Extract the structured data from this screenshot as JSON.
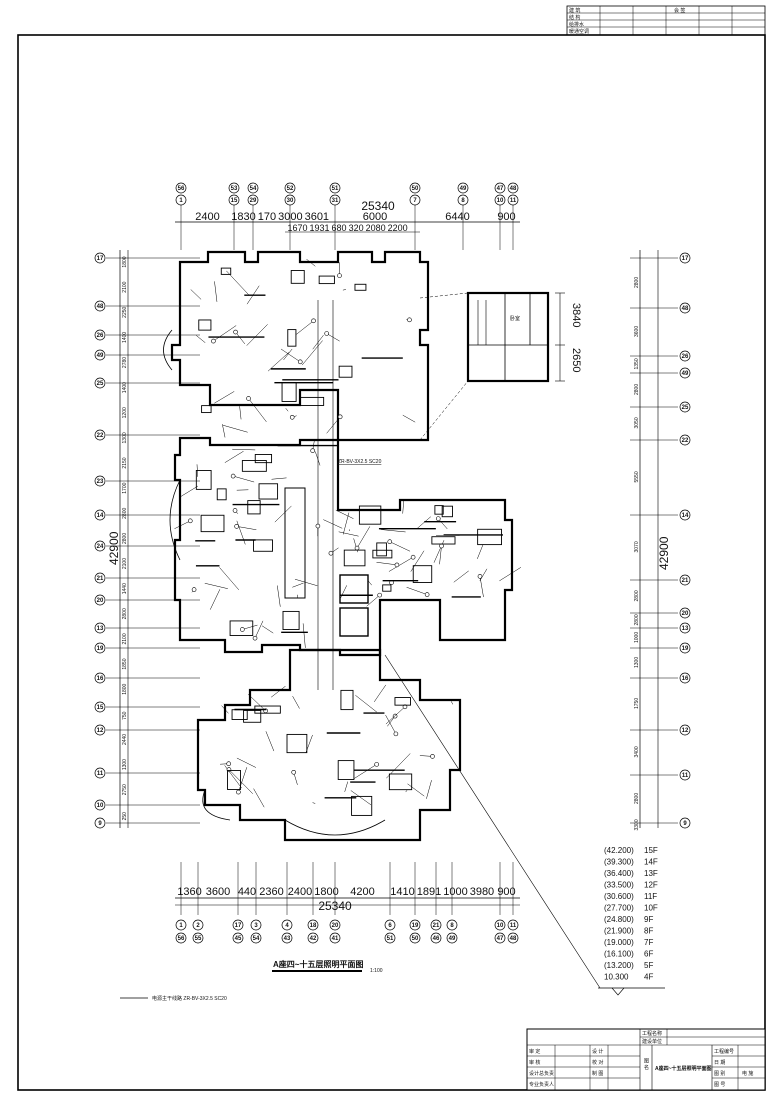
{
  "drawing": {
    "title": "A座四~十五层照明平面图",
    "scale": "1:100",
    "legend_text": "电源主干线路 ZR-BV-3X2.5 SC20",
    "wire_note": "ZR-BV-3X2.5 SC20",
    "inset_dims": [
      "3840",
      "2650"
    ],
    "room_label": "卧室"
  },
  "top_dims": {
    "total": "25340",
    "row1": [
      "2400",
      "1830",
      "170",
      "3000",
      "3601",
      "6000",
      "6440",
      "900"
    ],
    "row2": [
      "1670",
      "1931",
      "680",
      "320",
      "2080",
      "2200"
    ],
    "axes_upper": [
      "56",
      "53",
      "54",
      "52",
      "51",
      "50",
      "49",
      "47",
      "48"
    ],
    "axes_lower": [
      "1",
      "15",
      "29",
      "30",
      "31",
      "7",
      "8",
      "10",
      "11"
    ]
  },
  "bottom_dims": {
    "total": "25340",
    "row1": [
      "1360",
      "3600",
      "440",
      "2360",
      "2400",
      "1800",
      "4200",
      "1410",
      "1891",
      "1000",
      "3980",
      "900"
    ],
    "axes_upper": [
      "1",
      "2",
      "17",
      "3",
      "4",
      "18",
      "20",
      "6",
      "19",
      "21",
      "8",
      "10",
      "11"
    ],
    "axes_lower": [
      "56",
      "55",
      "45",
      "54",
      "43",
      "42",
      "41",
      "51",
      "50",
      "46",
      "49",
      "47",
      "48"
    ]
  },
  "left_dims": {
    "total": "42900",
    "values": [
      "1800",
      "2100",
      "2250",
      "1400",
      "2780",
      "1400",
      "1200",
      "1300",
      "2150",
      "1700",
      "2800",
      "2800",
      "2100",
      "1440",
      "2800",
      "2100",
      "1850",
      "1800",
      "750",
      "2440",
      "1300",
      "2750",
      "250"
    ],
    "axes": [
      "17",
      "48",
      "26",
      "49",
      "25",
      "22",
      "23",
      "14",
      "24",
      "21",
      "20",
      "13",
      "19",
      "16",
      "15",
      "12",
      "11",
      "10",
      "9"
    ]
  },
  "right_dims": {
    "total": "42900",
    "values": [
      "2800",
      "3600",
      "1350",
      "2800",
      "3050",
      "5550",
      "3070",
      "2800",
      "2800",
      "1000",
      "1300",
      "1750",
      "3400",
      "2800",
      "3300"
    ],
    "axes": [
      "17",
      "48",
      "26",
      "49",
      "25",
      "22",
      "14",
      "21",
      "20",
      "13",
      "19",
      "16",
      "12",
      "11",
      "9"
    ]
  },
  "elevations": [
    {
      "level": "(42.200)",
      "floor": "15F"
    },
    {
      "level": "(39.300)",
      "floor": "14F"
    },
    {
      "level": "(36.400)",
      "floor": "13F"
    },
    {
      "level": "(33.500)",
      "floor": "12F"
    },
    {
      "level": "(30.600)",
      "floor": "11F"
    },
    {
      "level": "(27.700)",
      "floor": "10F"
    },
    {
      "level": "(24.800)",
      "floor": "9F"
    },
    {
      "level": "(21.900)",
      "floor": "8F"
    },
    {
      "level": "(19.000)",
      "floor": "7F"
    },
    {
      "level": "(16.100)",
      "floor": "6F"
    },
    {
      "level": "(13.200)",
      "floor": "5F"
    },
    {
      "level": "10.300",
      "floor": "4F"
    }
  ],
  "countersign_block": {
    "header": "会 签",
    "rows": [
      "建 筑",
      "结 构",
      "给排水",
      "暖通空调"
    ]
  },
  "title_block": {
    "project_name_label": "工程名称",
    "client_label": "建设单位",
    "left_labels": [
      "审 定",
      "审 核",
      "设计总负责",
      "专业负责人"
    ],
    "mid_labels": [
      "设 计",
      "校 对",
      "制 图"
    ],
    "drawing_name_label": "图 名",
    "drawing_name": "A座四~十五层照明平面图",
    "right_labels": [
      "工程编号",
      "日 期",
      "图 别",
      "图 号"
    ],
    "right_values": [
      "",
      "",
      "电 施",
      ""
    ]
  }
}
